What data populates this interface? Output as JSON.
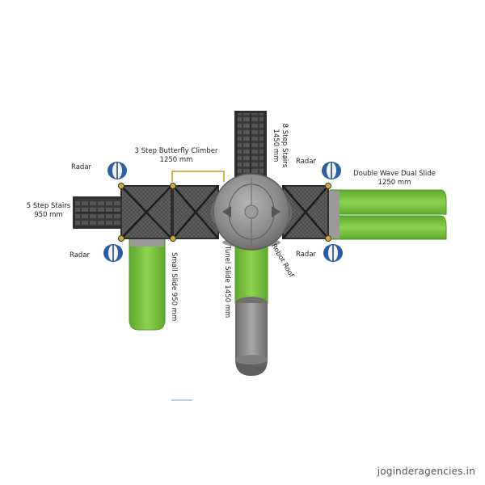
{
  "labels": {
    "butterfly_climber": {
      "name": "3 Step Butterfly Climber",
      "size": "1250 mm"
    },
    "stairs_8": {
      "name": "8 Step Stairs",
      "size": "1450 mm"
    },
    "stairs_5": {
      "name": "5 Step Stairs",
      "size": "950 mm"
    },
    "dual_slide": {
      "name": "Double Wave Dual Slide",
      "size": "1250 mm"
    },
    "radar": "Radar",
    "small_slide": "Small Slide 950 mm",
    "tunnel_slide": "Tunel Slide 1450 mm",
    "robot_roof": "Robot Roof"
  },
  "watermark": "joginderagencies.in",
  "colors": {
    "slide_green": "#7cc243",
    "slide_dark": "#4e9a24",
    "deck": "#4a4a4a",
    "roof_grey": "#8a8a8a",
    "radar_blue": "#2c5fa8",
    "frame_gold": "#d4a93c"
  }
}
